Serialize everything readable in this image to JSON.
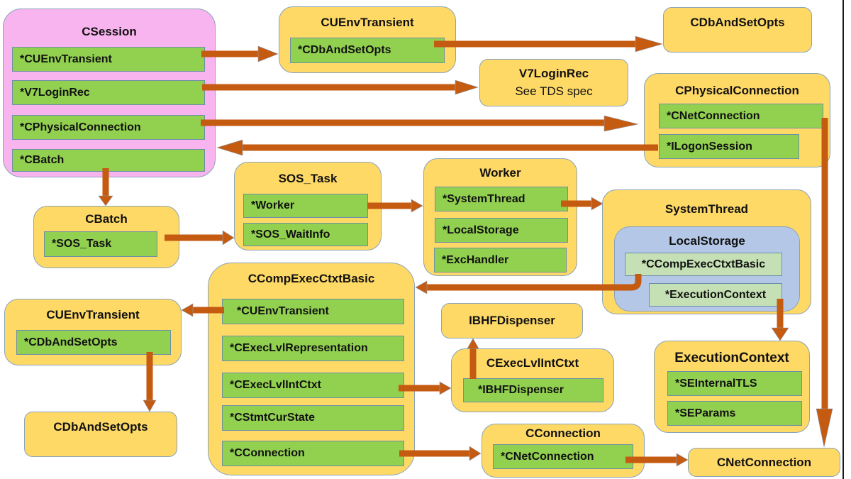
{
  "diagram": {
    "colors": {
      "struct_box": "#ffd966",
      "session_box": "#f8b4ee",
      "storage_box": "#b4c7e7",
      "pointer_field": "#92d050",
      "storage_field": "#c5e0b4",
      "arrow": "#c55a11"
    },
    "nodes": {
      "csession": {
        "title": "CSession",
        "fields": [
          "*CUEnvTransient",
          "*V7LoginRec",
          "*CPhysicalConnection",
          "*CBatch"
        ]
      },
      "cuenvtransient_top": {
        "title": "CUEnvTransient",
        "fields": [
          "*CDbAndSetOpts"
        ]
      },
      "cdbandsetopts_top": {
        "title": "CDbAndSetOpts"
      },
      "v7loginrec": {
        "title": "V7LoginRec",
        "subtitle": "See TDS spec"
      },
      "cphysicalconnection": {
        "title": "CPhysicalConnection",
        "fields": [
          "*CNetConnection",
          "*ILogonSession"
        ]
      },
      "cbatch": {
        "title": "CBatch",
        "fields": [
          "*SOS_Task"
        ]
      },
      "sos_task": {
        "title": "SOS_Task",
        "fields": [
          "*Worker",
          "*SOS_WaitInfo"
        ]
      },
      "worker": {
        "title": "Worker",
        "fields": [
          "*SystemThread",
          "*LocalStorage",
          "*ExcHandler"
        ]
      },
      "systemthread": {
        "title": "SystemThread",
        "localstorage": {
          "title": "LocalStorage",
          "fields": [
            "*CCompExecCtxtBasic",
            "*ExecutionContext"
          ]
        }
      },
      "ccompexecctxtbasic": {
        "title": "CCompExecCtxtBasic",
        "fields": [
          "*CUEnvTransient",
          "*CExecLvlRepresentation",
          "*CExecLvlIntCtxt",
          "*CStmtCurState",
          "*CConnection"
        ]
      },
      "cuenvtransient_bottom": {
        "title": "CUEnvTransient",
        "fields": [
          "*CDbAndSetOpts"
        ]
      },
      "cdbandsetopts_bottom": {
        "title": "CDbAndSetOpts"
      },
      "ibhfdispenser": {
        "title": "IBHFDispenser"
      },
      "cexeclvlintctxt": {
        "title": "CExecLvlIntCtxt",
        "fields": [
          "*IBHFDispenser"
        ]
      },
      "executioncontext": {
        "title": "ExecutionContext",
        "fields": [
          "*SEInternalTLS",
          "*SEParams"
        ]
      },
      "cconnection": {
        "title": "CConnection",
        "fields": [
          "*CNetConnection"
        ]
      },
      "cnetconnection": {
        "title": "CNetConnection"
      }
    },
    "edges": [
      {
        "from": "CSession.*CUEnvTransient",
        "to": "CUEnvTransient"
      },
      {
        "from": "CSession.*V7LoginRec",
        "to": "V7LoginRec"
      },
      {
        "from": "CSession.*CPhysicalConnection",
        "to": "CPhysicalConnection"
      },
      {
        "from": "CSession.*CBatch",
        "to": "CBatch"
      },
      {
        "from": "CUEnvTransient.*CDbAndSetOpts",
        "to": "CDbAndSetOpts"
      },
      {
        "from": "CPhysicalConnection.*ILogonSession",
        "to": "CSession"
      },
      {
        "from": "CPhysicalConnection.*CNetConnection",
        "to": "CNetConnection"
      },
      {
        "from": "CBatch.*SOS_Task",
        "to": "SOS_Task"
      },
      {
        "from": "SOS_Task.*Worker",
        "to": "Worker"
      },
      {
        "from": "Worker.*SystemThread",
        "to": "SystemThread"
      },
      {
        "from": "LocalStorage.*CCompExecCtxtBasic",
        "to": "CCompExecCtxtBasic"
      },
      {
        "from": "LocalStorage.*ExecutionContext",
        "to": "ExecutionContext"
      },
      {
        "from": "CCompExecCtxtBasic.*CUEnvTransient",
        "to": "CUEnvTransient"
      },
      {
        "from": "CUEnvTransient.*CDbAndSetOpts",
        "to": "CDbAndSetOpts"
      },
      {
        "from": "CCompExecCtxtBasic.*CExecLvlIntCtxt",
        "to": "CExecLvlIntCtxt"
      },
      {
        "from": "CExecLvlIntCtxt.*IBHFDispenser",
        "to": "IBHFDispenser"
      },
      {
        "from": "CCompExecCtxtBasic.*CConnection",
        "to": "CConnection"
      },
      {
        "from": "CConnection.*CNetConnection",
        "to": "CNetConnection"
      }
    ]
  }
}
